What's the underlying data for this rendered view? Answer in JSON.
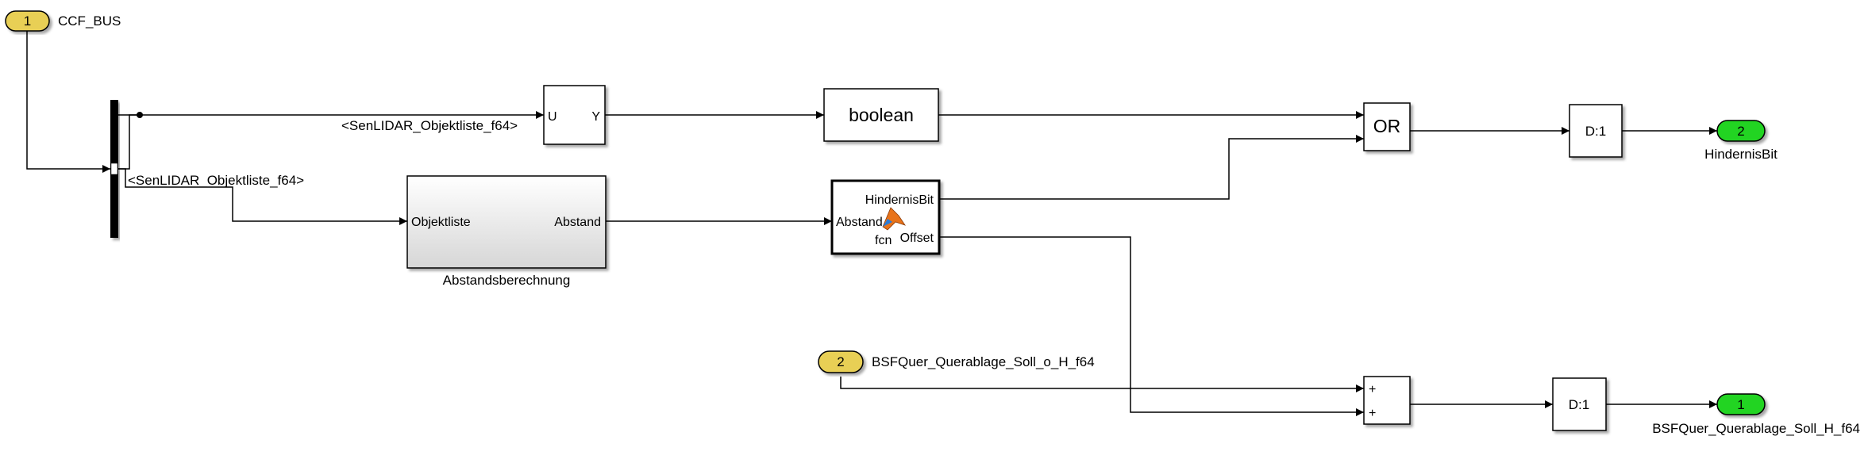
{
  "inports": [
    {
      "number": "1",
      "name": "CCF_BUS"
    },
    {
      "number": "2",
      "name": "BSFQuer_Querablage_Soll_o_H_f64"
    }
  ],
  "outports": [
    {
      "number": "2",
      "name": "HindernisBit"
    },
    {
      "number": "1",
      "name": "BSFQuer_Querablage_Soll_H_f64"
    }
  ],
  "signals": {
    "top": "<SenLIDAR_Objektliste_f64>",
    "bottom": "<SenLIDAR_Objektliste_f64>"
  },
  "blocks": {
    "uy": {
      "in": "U",
      "out": "Y"
    },
    "boolean": {
      "label": "boolean"
    },
    "subsystem": {
      "in": "Objektliste",
      "out": "Abstand",
      "name": "Abstandsberechnung"
    },
    "fcn": {
      "in": "Abstand",
      "out1": "HindernisBit",
      "out2": "Offset",
      "label": "fcn"
    },
    "or": {
      "label": "OR"
    },
    "sum": {
      "sign1": "+",
      "sign2": "+"
    },
    "convert_top": {
      "label": "D:1"
    },
    "convert_bottom": {
      "label": "D:1"
    }
  },
  "colors": {
    "inport": "#e8cf55",
    "outport": "#22d422",
    "matlab_icon": "#e8731a"
  }
}
